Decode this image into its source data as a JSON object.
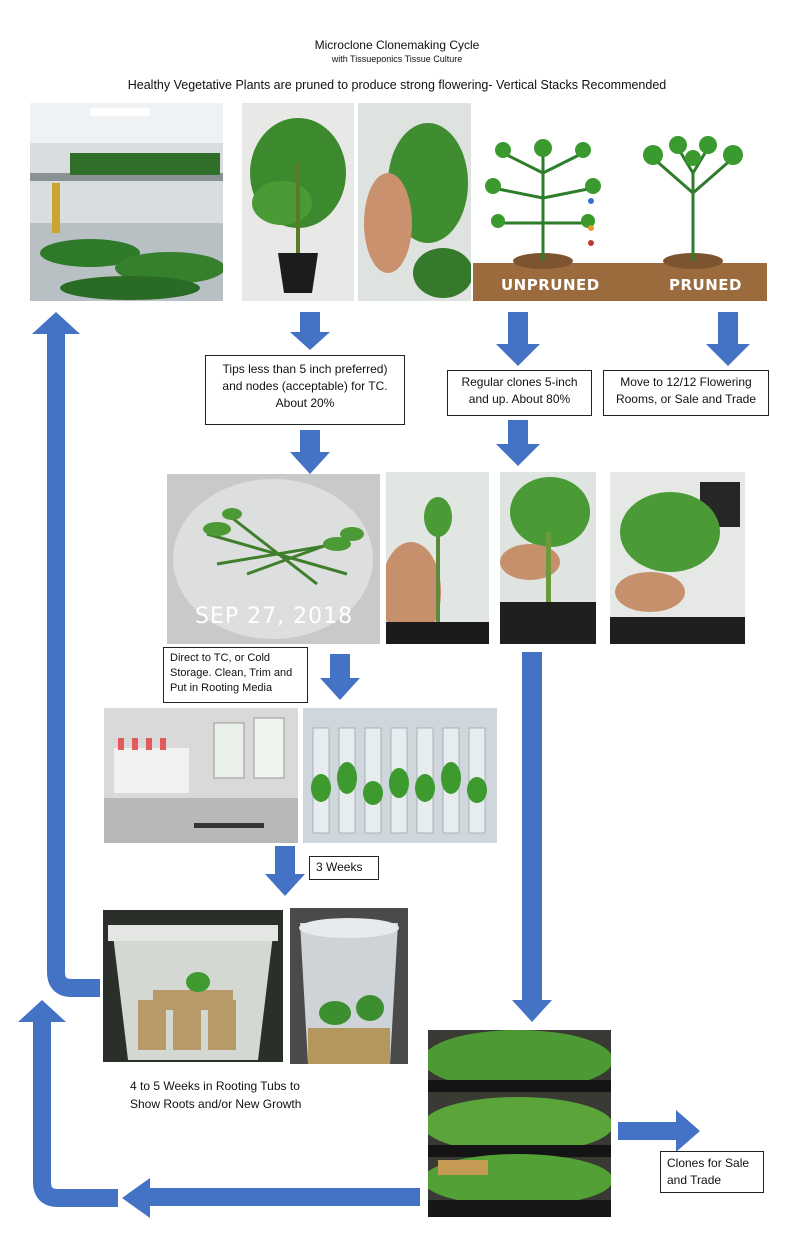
{
  "header": {
    "title": "Microclone Clonemaking Cycle",
    "subtitle": "with Tissueponics Tissue Culture",
    "headline": "Healthy Vegetative Plants are pruned to produce strong flowering- Vertical Stacks Recommended"
  },
  "diagram": {
    "unpruned_label": "UNPRUNED",
    "pruned_label": "PRUNED",
    "date_stamp": "SEP 27, 2018"
  },
  "boxes": {
    "tips_line1": "Tips less than 5 inch preferred)",
    "tips_line2": "and nodes (acceptable) for TC.",
    "tips_line3": "About 20%",
    "regular_line1": "Regular clones 5-inch",
    "regular_line2": "and up. About 80%",
    "move_line1": "Move to 12/12 Flowering",
    "move_line2": "Rooms, or Sale and Trade",
    "direct_line1": "Direct to TC, or Cold",
    "direct_line2": "Storage.  Clean, Trim and",
    "direct_line3": "Put in Rooting Media",
    "weeks3": "3 Weeks",
    "rooting_line1": "4 to 5 Weeks in Rooting Tubs to",
    "rooting_line2": "Show Roots and/or New Growth",
    "sale_line1": "Clones for Sale",
    "sale_line2": "and Trade"
  },
  "colors": {
    "arrow": "#4472c4",
    "soil": "#9b6b3d",
    "leaf": "#3a8a2a"
  }
}
